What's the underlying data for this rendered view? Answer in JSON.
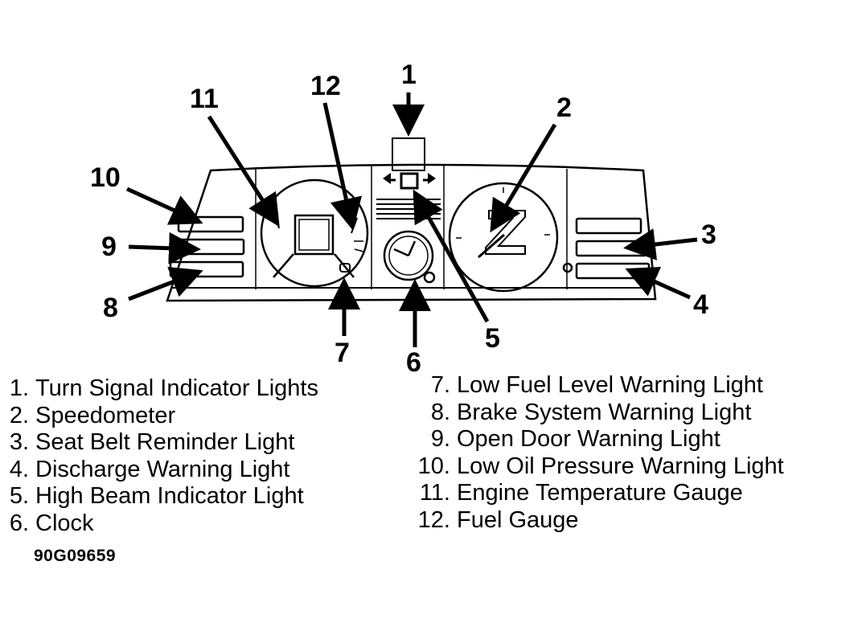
{
  "callouts": [
    "1",
    "2",
    "3",
    "4",
    "5",
    "6",
    "7",
    "8",
    "9",
    "10",
    "11",
    "12"
  ],
  "legend": [
    {
      "num": "1.",
      "label": "Turn Signal Indicator Lights"
    },
    {
      "num": "2.",
      "label": "Speedometer"
    },
    {
      "num": "3.",
      "label": "Seat Belt Reminder Light"
    },
    {
      "num": "4.",
      "label": "Discharge Warning Light"
    },
    {
      "num": "5.",
      "label": "High Beam Indicator Light"
    },
    {
      "num": "6.",
      "label": "Clock"
    },
    {
      "num": "7.",
      "label": "Low Fuel Level Warning Light"
    },
    {
      "num": "8.",
      "label": "Brake System Warning Light"
    },
    {
      "num": "9.",
      "label": "Open Door Warning Light"
    },
    {
      "num": "10.",
      "label": "Low Oil Pressure Warning Light"
    },
    {
      "num": "11.",
      "label": "Engine Temperature Gauge"
    },
    {
      "num": "12.",
      "label": "Fuel Gauge"
    }
  ],
  "figure_code": "90G09659"
}
